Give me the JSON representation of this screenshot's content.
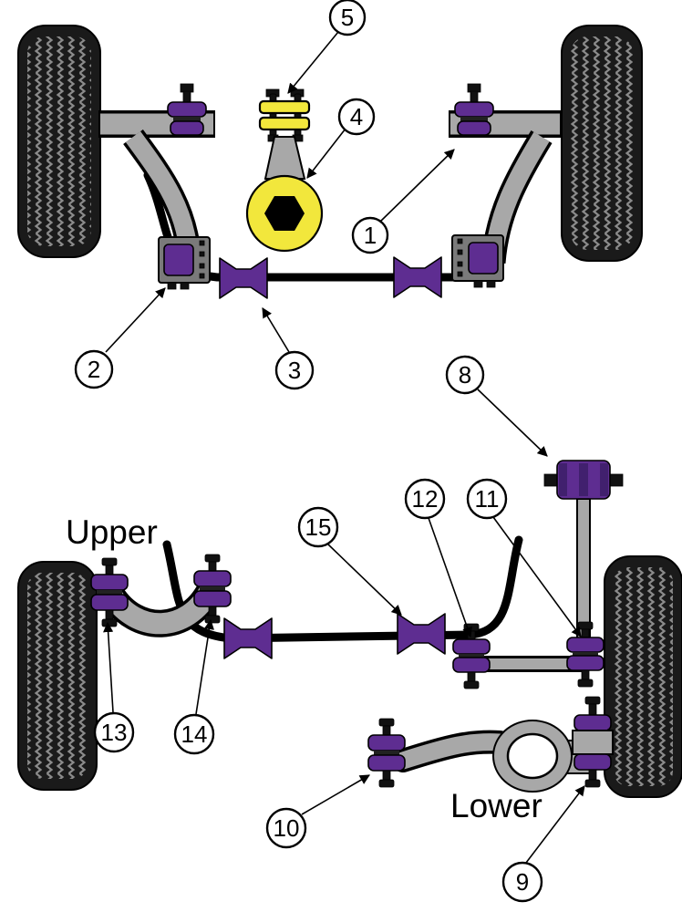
{
  "labels": {
    "upper": "Upper",
    "lower": "Lower"
  },
  "callouts": {
    "c1": "1",
    "c2": "2",
    "c3": "3",
    "c4": "4",
    "c5": "5",
    "c8": "8",
    "c9": "9",
    "c10": "10",
    "c11": "11",
    "c12": "12",
    "c13": "13",
    "c14": "14",
    "c15": "15"
  },
  "colors": {
    "bushing": "#5e2d91",
    "mount": "#f2e73c",
    "arm": "#a8a8a8",
    "clamp": "#7a7a7a",
    "tire": "#1a1a1a"
  }
}
